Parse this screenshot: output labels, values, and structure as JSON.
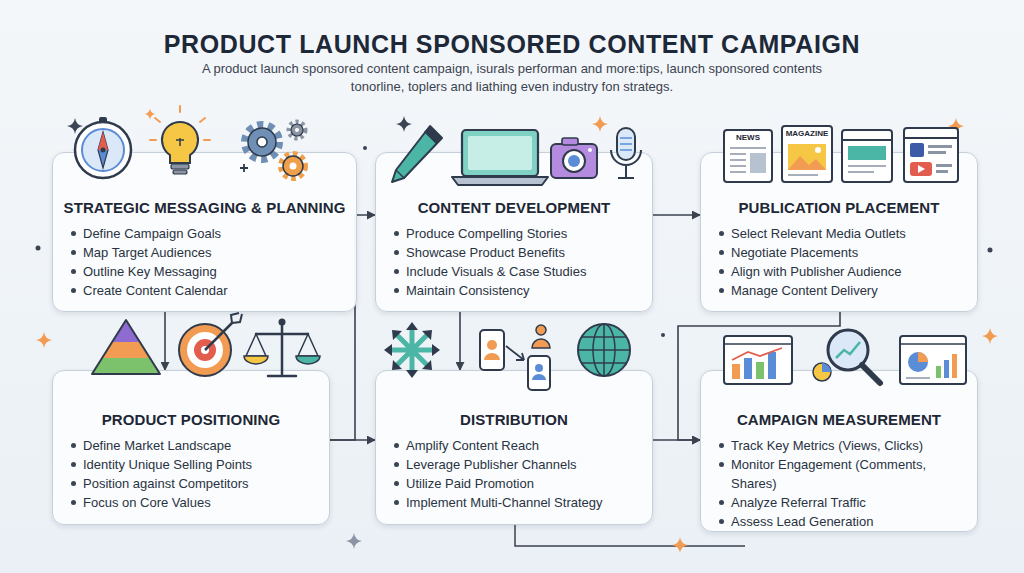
{
  "diagram": {
    "title": "PRODUCT LAUNCH SPONSORED CONTENT CAMPAIGN",
    "caption": "A product launch sponsored content campaign, isurals performan and more:tips, launch sponsored contents tonorline, toplers and liathing even industry fon strategs.",
    "nodes": [
      {
        "text": [
          "STRATEGIC MESSAGING & PLANNING",
          "Define Campaign Goals",
          "Map Target Audiences",
          "Outline Key Messaging",
          "Create Content Calendar"
        ]
      },
      {
        "text": [
          "CONTENT DEVELOPMENT",
          "Produce Compelling Stories",
          "Showcase Product Benefits",
          "Include Visuals & Case Studies",
          "Maintain Consistency"
        ]
      },
      {
        "text": [
          "PUBLICATION PLACEMENT",
          "Select Relevant Media Outlets",
          "Negotiate Placements",
          "Align with Publisher Audience",
          "Manage Content Delivery"
        ]
      },
      {
        "text": [
          "PRODUCT POSITIONING",
          "Define Market Landscape",
          "Identity Unique Selling Points",
          "Position against Competitors",
          "Focus on Core Values"
        ]
      },
      {
        "text": [
          "DISTRIBUTION",
          "Amplify Content Reach",
          "Leverage Publisher Channels",
          "Utilize Paid Promotion",
          "Implement Multi-Channel Strategy"
        ]
      },
      {
        "text": [
          "CAMPAIGN MEASUREMENT",
          "Track Key Metrics (Views, Clicks)",
          "Monitor Engagement (Comments, Shares)",
          "Analyze Referral Traffic",
          "Assess Lead Generation"
        ]
      }
    ],
    "edges": [
      {
        "from": 0,
        "to": 3,
        "arrow": "to"
      },
      {
        "from": 3,
        "to": 1,
        "arrow": "to"
      },
      {
        "from": 3,
        "to": 4,
        "arrow": "to"
      },
      {
        "from": 1,
        "to": 4,
        "arrow": "to"
      },
      {
        "from": 1,
        "to": 2,
        "arrow": "to"
      },
      {
        "from": 2,
        "to": 5,
        "arrow": "to"
      },
      {
        "from": 4,
        "to": 5,
        "arrow": "to"
      }
    ],
    "labels": [
      "NEWS",
      "MAGAZINE"
    ]
  }
}
